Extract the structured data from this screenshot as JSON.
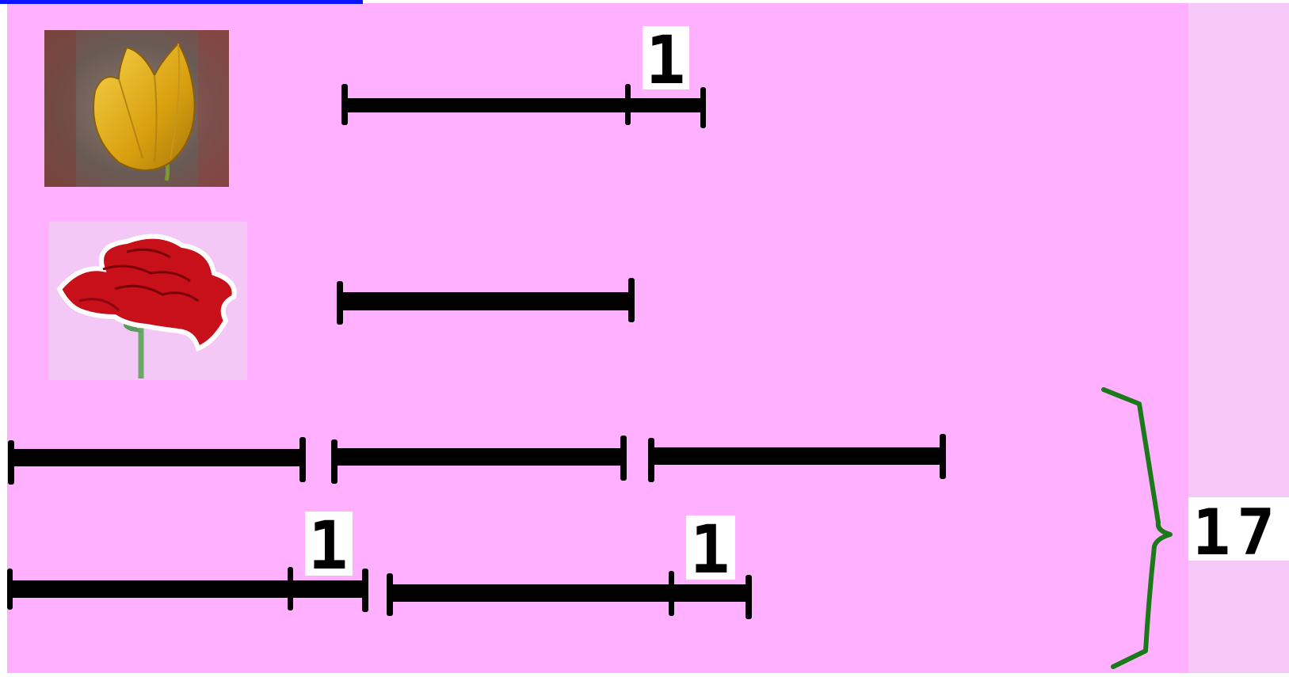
{
  "colors": {
    "background": "#ffb0ff",
    "right_panel": "#f5c8f8",
    "top_link_bar": "#0a14ff",
    "segment": "#000000",
    "label_bg": "#ffffff",
    "brace": "#1a7a1a"
  },
  "icons": {
    "tulip": "tulip-photo",
    "rose": "rose-photo"
  },
  "labels": {
    "tulip_extra": "1",
    "row4_extra_left": "1",
    "row4_extra_right": "1",
    "total": "17"
  }
}
